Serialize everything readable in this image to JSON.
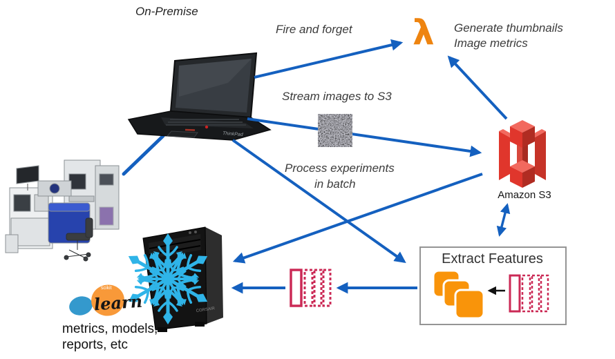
{
  "onprem": {
    "label": "On-Premise"
  },
  "lambda": {
    "glyph": "λ",
    "caption_line1": "Generate thumbnails",
    "caption_line2": "Image metrics"
  },
  "flows": {
    "fire_and_forget": "Fire and forget",
    "stream_images": "Stream images to S3",
    "process_line1": "Process experiments",
    "process_line2": "in batch"
  },
  "s3": {
    "label": "Amazon S3"
  },
  "extract_box": {
    "title": "Extract Features"
  },
  "sklearn": {
    "scikit": "scikit",
    "learn": "learn"
  },
  "outputs": {
    "line1": "metrics, models,",
    "line2": "reports, etc"
  },
  "colors": {
    "arrow_blue": "#1460bf",
    "lambda_orange": "#ee8410",
    "s3_red": "#e0362c",
    "feature_orange": "#f9940a",
    "nn_crimson": "#cb2a56",
    "snowflake_cyan": "#2fb4e8",
    "sklearn_blue": "#3499cd",
    "sklearn_orange": "#f89939"
  }
}
